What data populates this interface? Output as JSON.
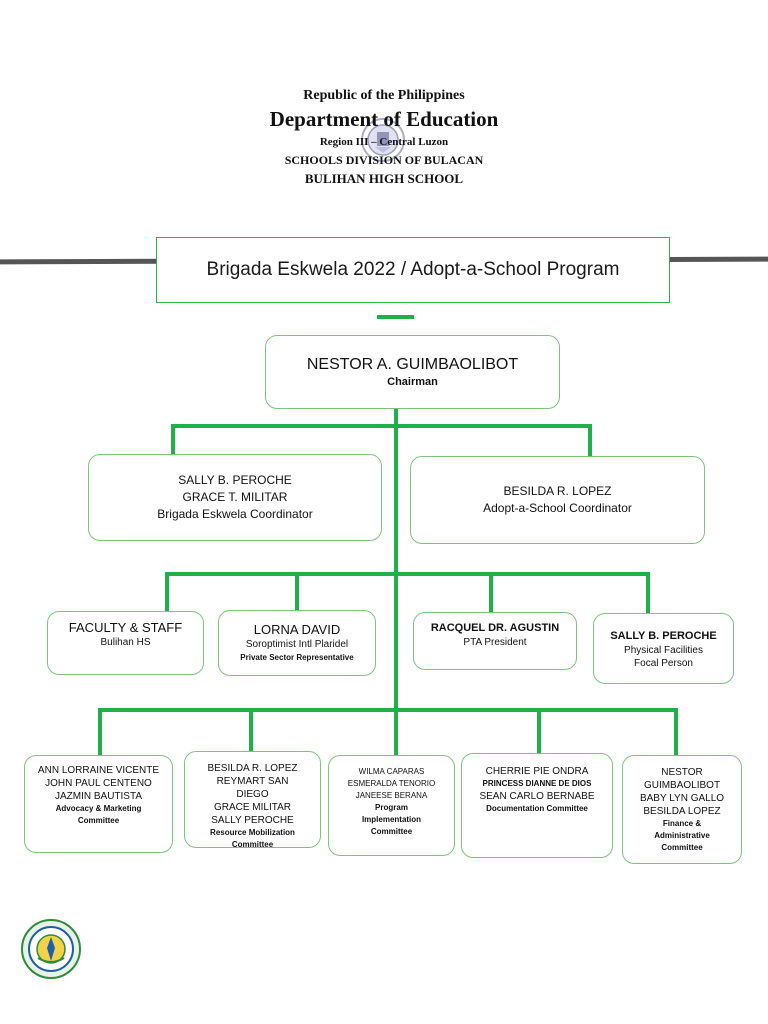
{
  "header": {
    "line1": "Republic of the Philippines",
    "line2": "Department of Education",
    "line3": "Region III – Central Luzon",
    "line4": "SCHOOLS DIVISION OF BULACAN",
    "line5": "BULIHAN HIGH SCHOOL"
  },
  "title": "Brigada Eskwela 2022 / Adopt-a-School Program",
  "chairman": {
    "name": "NESTOR A. GUIMBAOLIBOT",
    "role": "Chairman"
  },
  "coordinators": [
    {
      "names": [
        "SALLY B. PEROCHE",
        "GRACE T. MILITAR"
      ],
      "role": "Brigada Eskwela Coordinator"
    },
    {
      "names": [
        "BESILDA R. LOPEZ"
      ],
      "role": "Adopt-a-School Coordinator"
    }
  ],
  "level3": [
    {
      "name": "FACULTY & STAFF",
      "sub": [
        "Bulihan HS"
      ]
    },
    {
      "name": "LORNA DAVID",
      "sub": [
        "Soroptimist Intl Plaridel",
        "Private Sector Representative"
      ]
    },
    {
      "name": "RACQUEL DR. AGUSTIN",
      "sub": [
        "PTA President"
      ]
    },
    {
      "name": "SALLY B. PEROCHE",
      "sub": [
        "Physical Facilities",
        "Focal Person"
      ]
    }
  ],
  "committees": [
    {
      "names": [
        "ANN LORRAINE VICENTE",
        "JOHN PAUL CENTENO",
        "JAZMIN BAUTISTA"
      ],
      "role": "Advocacy & Marketing Committee"
    },
    {
      "names": [
        "BESILDA R. LOPEZ",
        "REYMART SAN",
        "DIEGO",
        "GRACE MILITAR",
        "SALLY PEROCHE"
      ],
      "role": "Resource Mobilization Committee"
    },
    {
      "names": [
        "WILMA CAPARAS",
        "ESMERALDA TENORIO",
        "JANEESE BERANA"
      ],
      "role": "Program Implementation Committee"
    },
    {
      "names": [
        "CHERRIE PIE ONDRA",
        "PRINCESS DIANNE DE DIOS",
        "SEAN CARLO BERNABE"
      ],
      "role": "Documentation Committee"
    },
    {
      "names": [
        "NESTOR",
        "GUIMBAOLIBOT",
        "BABY LYN GALLO",
        "BESILDA LOPEZ"
      ],
      "role": "Finance & Administrative Committee"
    }
  ],
  "colors": {
    "line": "#1fb04a",
    "box_border": "#7cc47c",
    "title_border": "#2fae4e",
    "rule": "#555555"
  },
  "icons": {
    "top_seal": "deped-seal-icon",
    "bottom_logo": "school-logo-icon"
  }
}
